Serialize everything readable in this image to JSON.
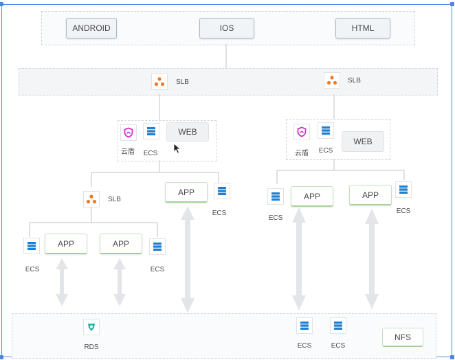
{
  "clients": [
    "ANDROID",
    "IOS",
    "HTML"
  ],
  "lb_label": "SLB",
  "security_label": "云盾",
  "server_label": "ECS",
  "web_label": "WEB",
  "app_label": "APP",
  "db_label": "RDS",
  "storage_label": "NFS",
  "colors": {
    "slb": "#f07a23",
    "ecs": "#1f7fd1",
    "shield": "#d633c3",
    "rds": "#21b8a6",
    "arrow": "#e3e5e8",
    "connector": "#d3d6da"
  },
  "icons": {
    "slb": "slb-icon",
    "ecs": "ecs-server-icon",
    "shield": "cloud-shield-icon",
    "rds": "rds-icon",
    "cursor": "mouse-cursor-icon"
  }
}
